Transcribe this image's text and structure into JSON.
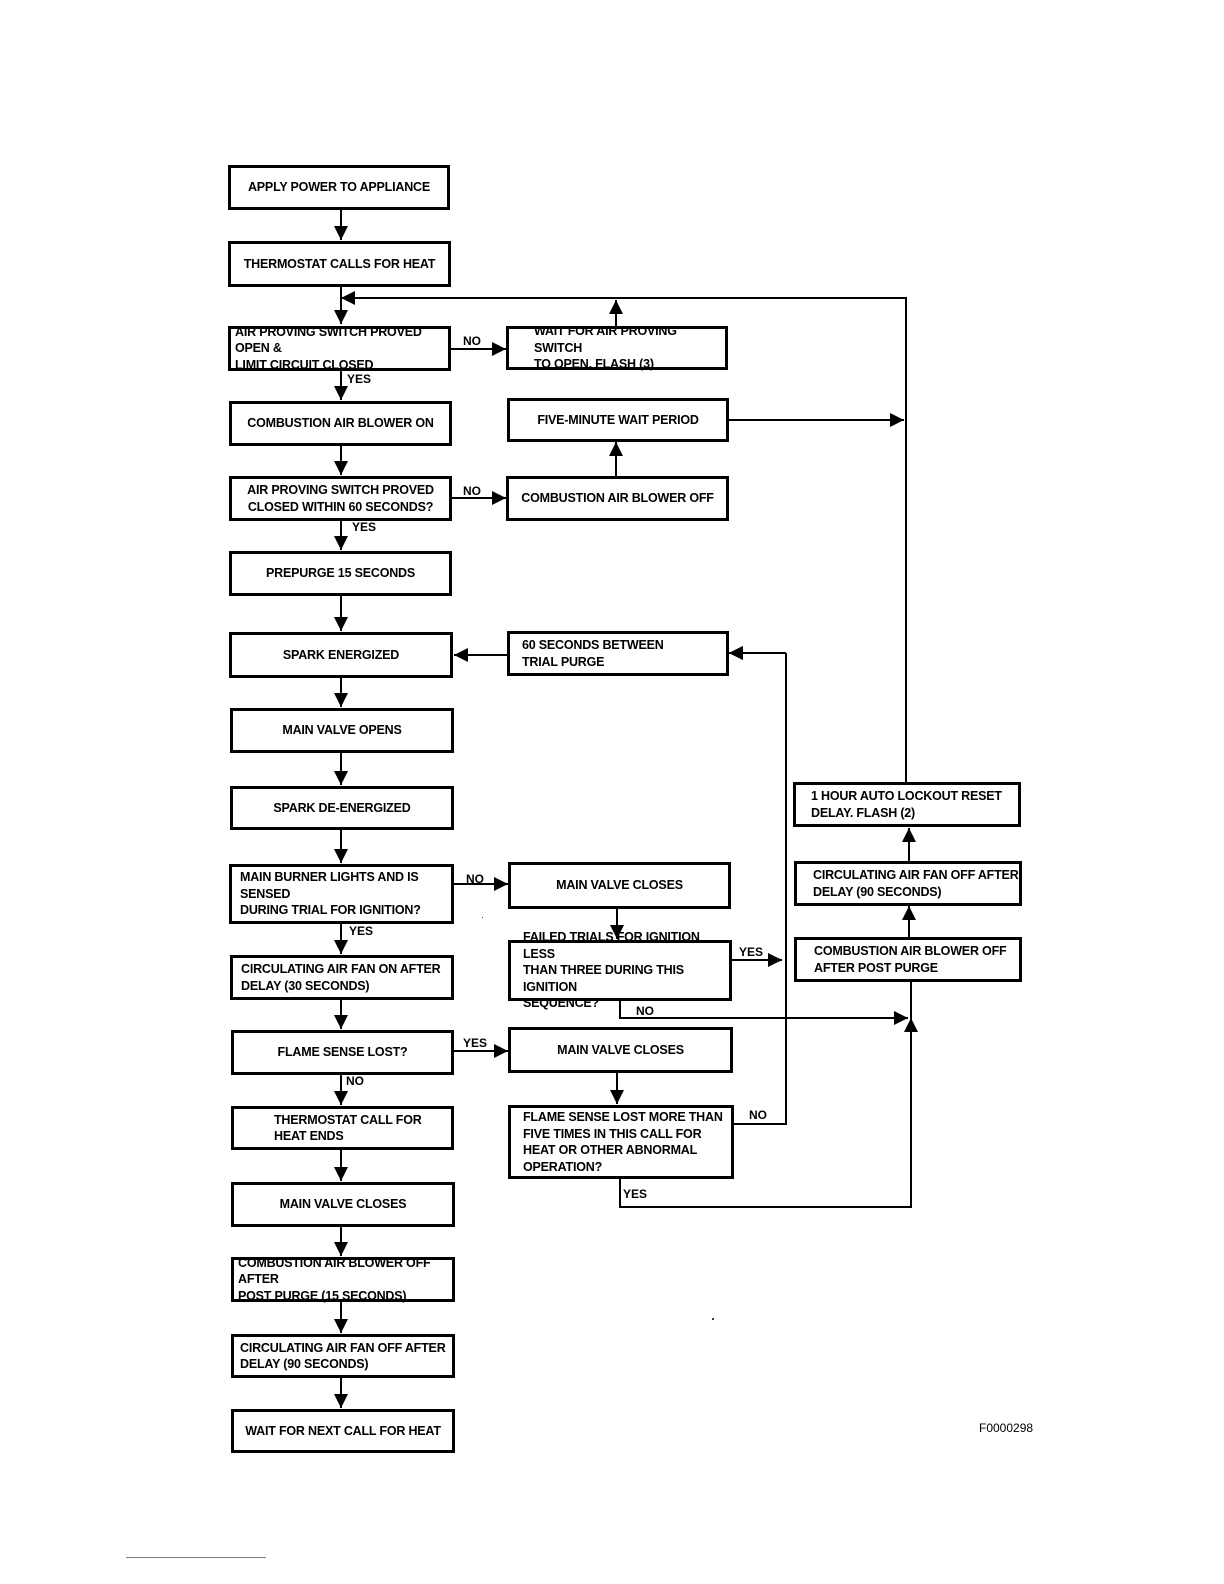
{
  "boxes": {
    "apply_power": "APPLY POWER TO APPLIANCE",
    "thermostat_calls": "THERMOSTAT CALLS FOR HEAT",
    "air_proving_open": "AIR PROVING SWITCH PROVED OPEN &\nLIMIT CIRCUIT CLOSED",
    "wait_air_proving": "WAIT FOR AIR PROVING SWITCH\nTO OPEN.  FLASH (3)",
    "blower_on": "COMBUSTION AIR BLOWER ON",
    "five_minute": "FIVE-MINUTE WAIT PERIOD",
    "air_proving_closed": "AIR PROVING SWITCH PROVED\nCLOSED WITHIN 60 SECONDS?",
    "blower_off": "COMBUSTION AIR BLOWER OFF",
    "prepurge": "PREPURGE 15 SECONDS",
    "spark_energized": "SPARK ENERGIZED",
    "trial_purge": "60 SECONDS BETWEEN\nTRIAL PURGE",
    "main_valve_opens": "MAIN VALVE OPENS",
    "spark_deenergized": "SPARK DE-ENERGIZED",
    "lockout_reset": "1 HOUR AUTO LOCKOUT RESET\nDELAY.   FLASH (2)",
    "burner_lights": "MAIN BURNER LIGHTS AND IS SENSED\nDURING TRIAL FOR IGNITION?",
    "valve_closes_1": "MAIN VALVE CLOSES",
    "fan_off_right": "CIRCULATING AIR FAN OFF AFTER\nDELAY  (90 SECONDS)",
    "failed_trials": "FAILED TRIALS FOR IGNITION LESS\nTHAN THREE DURING THIS IGNITION\nSEQUENCE?",
    "blower_off_post": "COMBUSTION AIR BLOWER OFF\nAFTER POST PURGE",
    "fan_on": "CIRCULATING AIR FAN ON AFTER\nDELAY (30 SECONDS)",
    "flame_lost": "FLAME SENSE LOST?",
    "valve_closes_2": "MAIN VALVE CLOSES",
    "thermostat_ends": "THERMOSTAT CALL FOR\nHEAT ENDS",
    "flame_lost_five": "FLAME SENSE LOST MORE THAN\nFIVE TIMES IN THIS CALL FOR\nHEAT OR OTHER ABNORMAL\nOPERATION?",
    "valve_closes_3": "MAIN VALVE CLOSES",
    "blower_off_post15": "COMBUSTION AIR BLOWER OFF AFTER\nPOST PURGE (15 SECONDS)",
    "fan_off_bottom": "CIRCULATING AIR FAN OFF AFTER\nDELAY (90 SECONDS)",
    "wait_next": "WAIT FOR NEXT CALL FOR HEAT"
  },
  "labels": {
    "no": "NO",
    "yes": "YES"
  },
  "figure_id": "F0000298"
}
